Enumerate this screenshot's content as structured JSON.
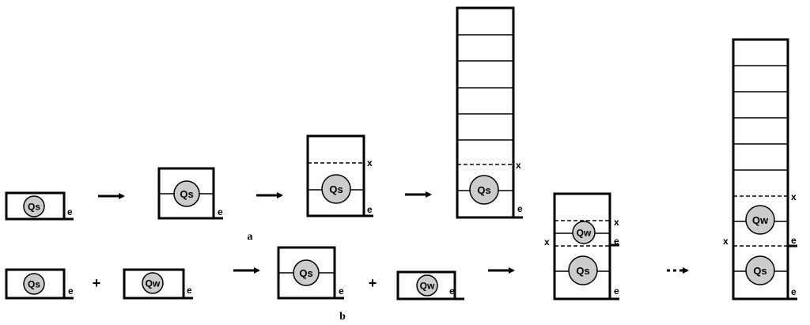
{
  "labels": {
    "qs": "Qs",
    "qw": "Qw",
    "e": "e",
    "x": "x",
    "plus": "+",
    "panel_a": "a",
    "panel_b": "b"
  },
  "colors": {
    "stroke": "#000000",
    "circle_fill": "#cccccc",
    "background": "#ffffff"
  }
}
